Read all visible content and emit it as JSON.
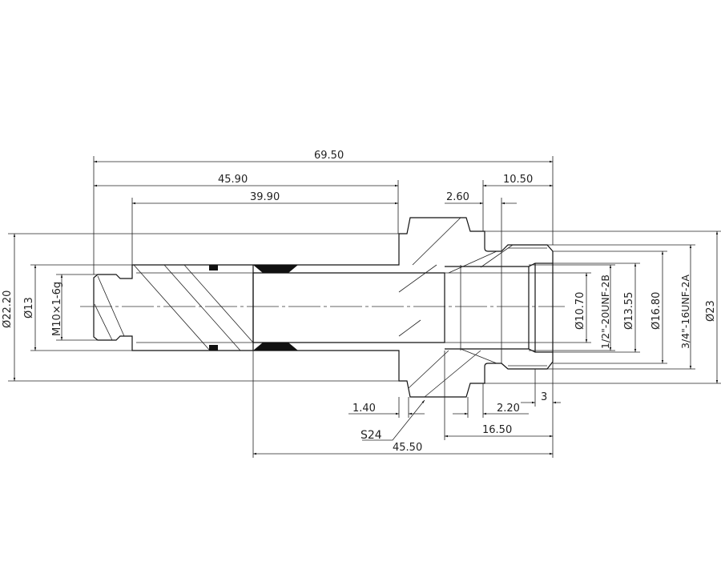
{
  "dimensions": {
    "overall_length": "69.50",
    "length_45_90": "45.90",
    "length_39_90": "39.90",
    "length_2_60": "2.60",
    "length_10_50": "10.50",
    "length_1_40": "1.40",
    "wrench_size": "S24",
    "length_2_20": "2.20",
    "length_3": "3",
    "length_16_50": "16.50",
    "length_45_50": "45.50",
    "dia_22_20": "Ø22.20",
    "dia_13": "Ø13",
    "thread_m10": "M10×1-6g",
    "dia_10_70": "Ø10.70",
    "thread_half_inch": "1/2\"-20UNF-2B",
    "dia_13_55": "Ø13.55",
    "dia_16_80": "Ø16.80",
    "thread_three_quarter": "3/4\"-16UNF-2A",
    "dia_23": "Ø23"
  }
}
